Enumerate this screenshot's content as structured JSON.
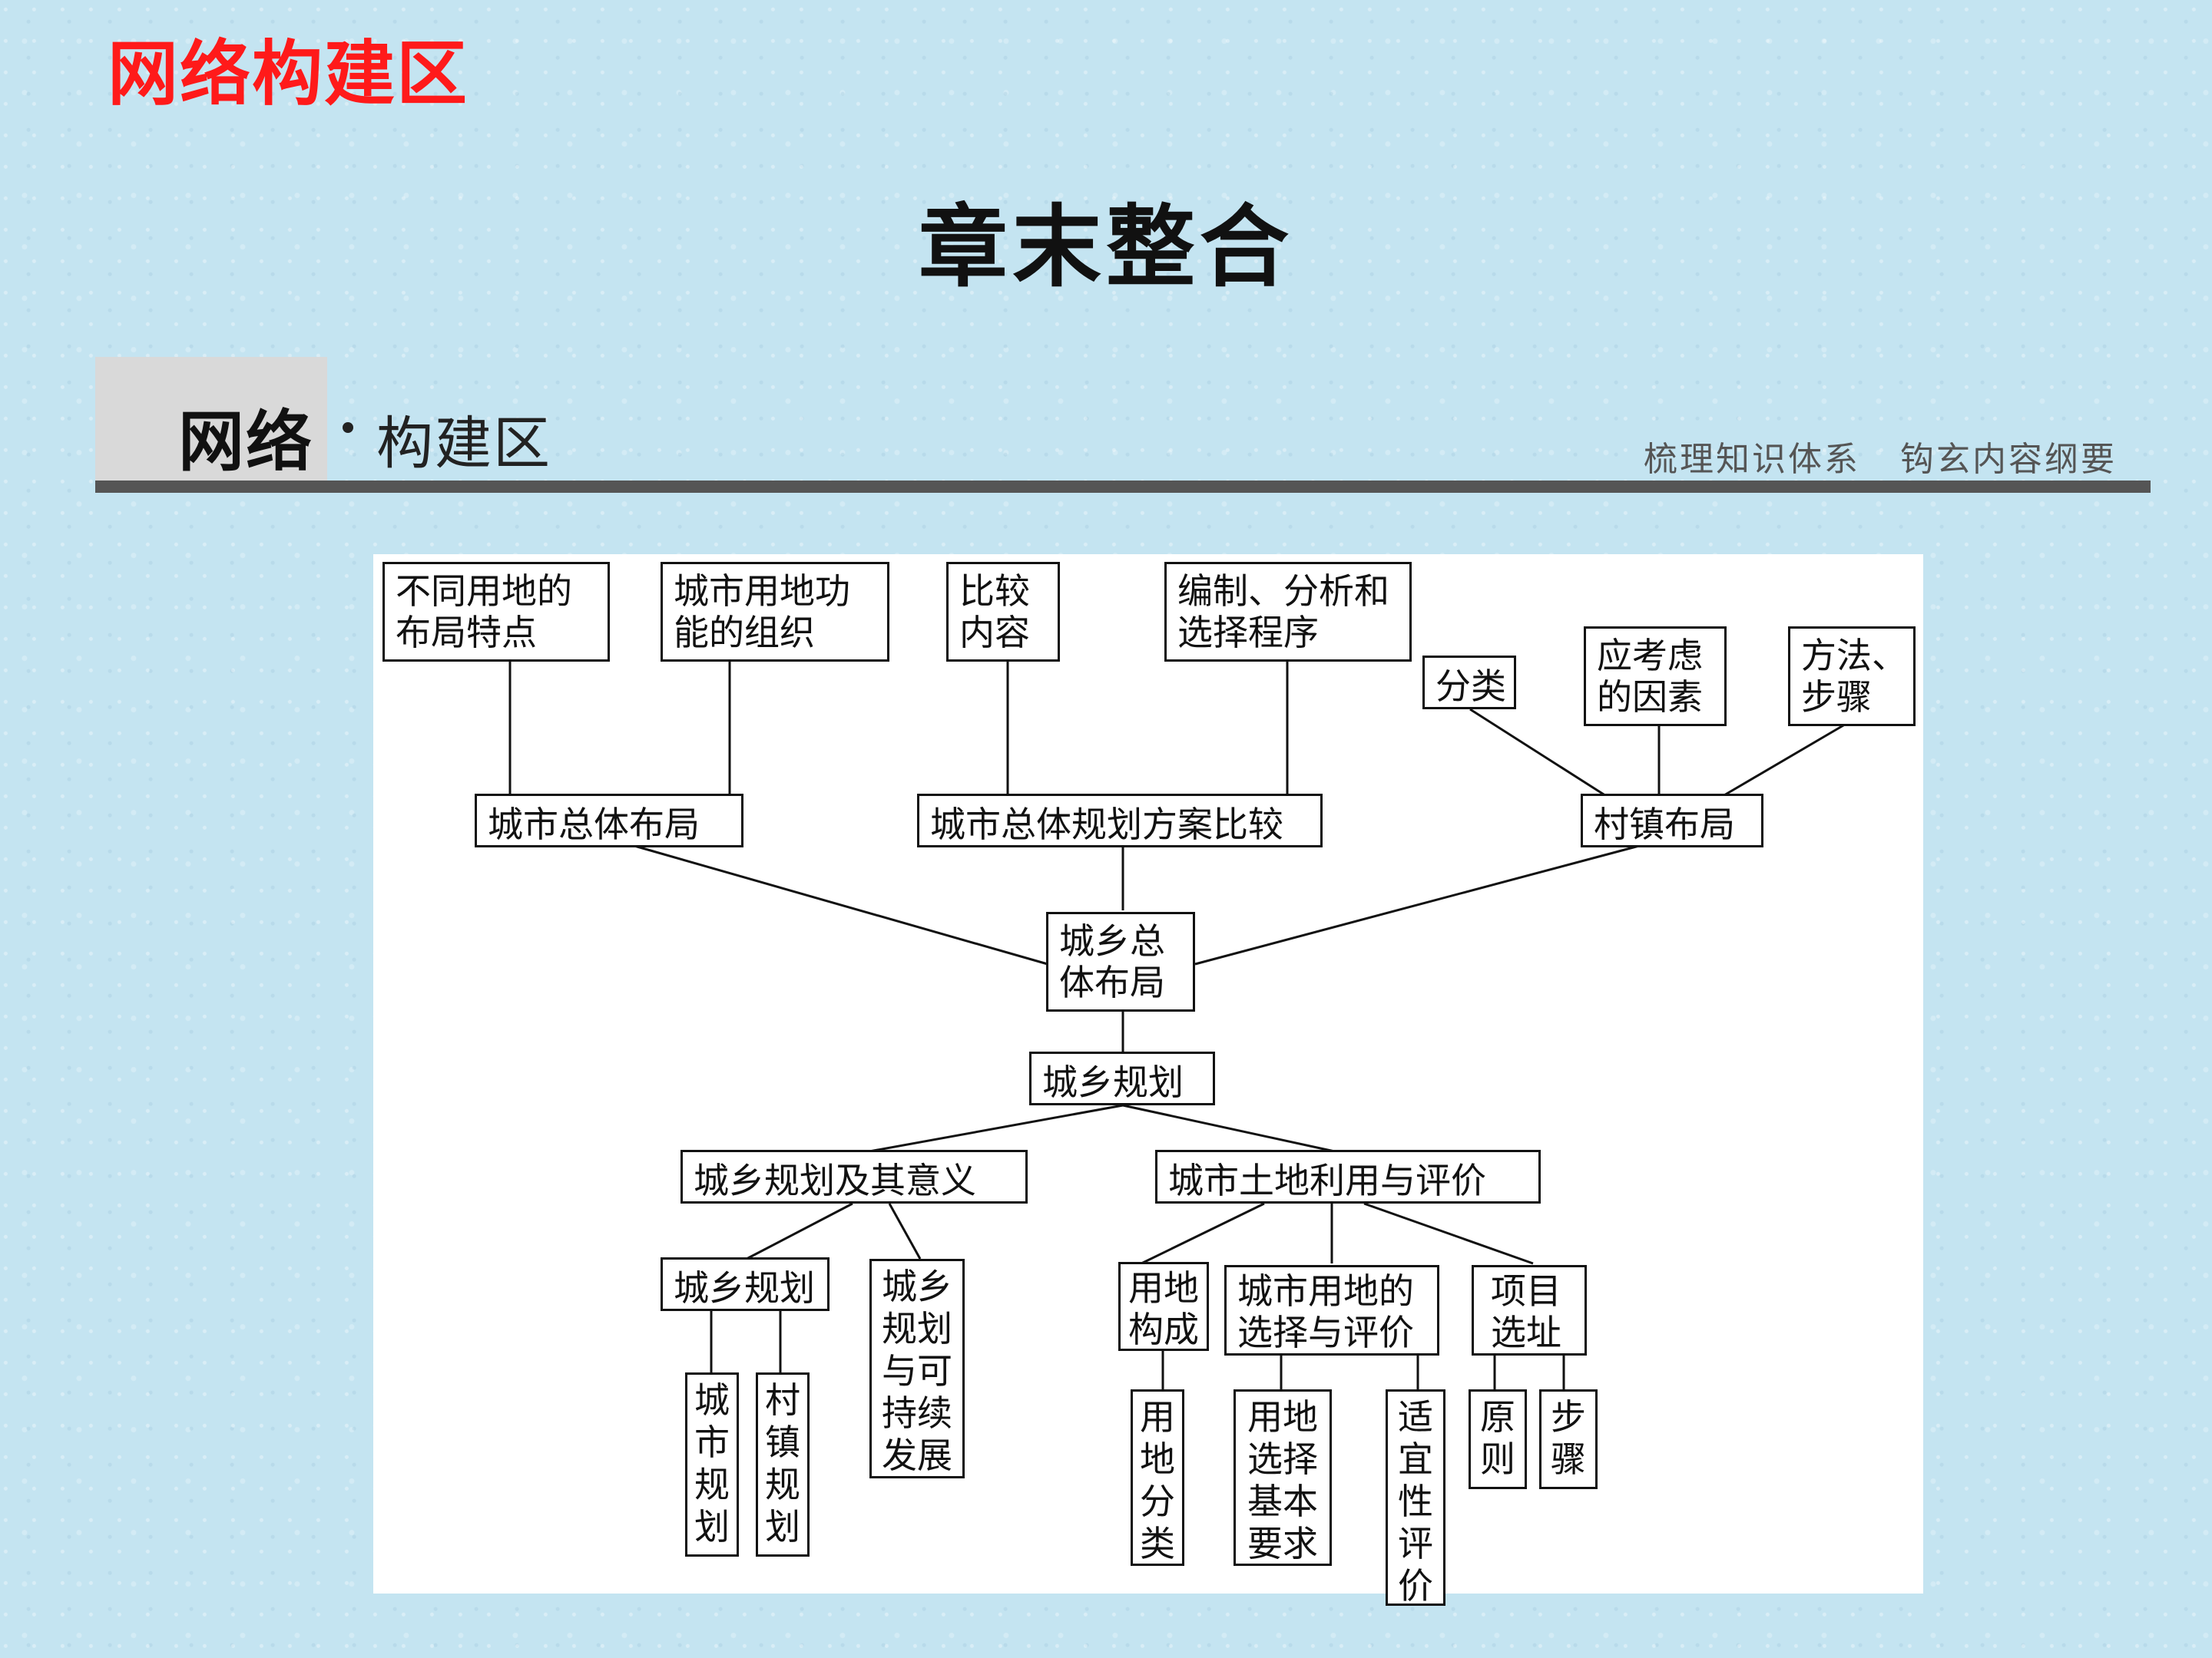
{
  "header": {
    "top_title": "网络构建区",
    "chapter_title": "章末整合",
    "banner_main": "网络",
    "banner_sub": "构建区",
    "banner_right": [
      "梳理知识体系",
      "钩玄内容纲要"
    ]
  },
  "diagram": {
    "nodes": {
      "n_diff_layout": "不同用地的\n布局特点",
      "n_func_org": "城市用地功\n能的组织",
      "n_compare": "比较\n内容",
      "n_procedure": "编制、分析和\n选择程序",
      "n_classify": "分类",
      "n_factors": "应考虑\n的因素",
      "n_methods": "方法、\n步骤",
      "n_city_layout": "城市总体布局",
      "n_plan_compare": "城市总体规划方案比较",
      "n_village_layout": "村镇布局",
      "n_overall": "城乡总\n体布局",
      "n_root": "城乡规划",
      "n_meaning": "城乡规划及其意义",
      "n_land_use": "城市土地利用与评价",
      "n_planning": "城乡规划",
      "n_sustain": "城乡规划与可持续发展",
      "n_composition": "用地\n构成",
      "n_select_eval": "城市用地的\n选择与评价",
      "n_site": "项目\n选址",
      "n_city_plan": "城市规划",
      "n_village_plan": "村镇规划",
      "n_land_class": "用地分类",
      "n_basic_req": "用地选择基本要求",
      "n_suitability": "适宜性评价",
      "n_principle": "原则",
      "n_steps": "步骤"
    }
  }
}
